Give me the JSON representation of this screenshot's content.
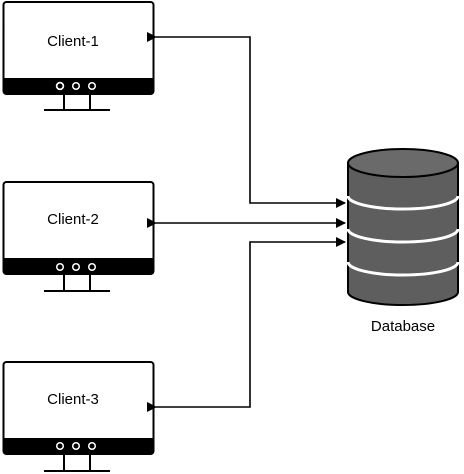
{
  "clients": [
    {
      "label": "Client-1"
    },
    {
      "label": "Client-2"
    },
    {
      "label": "Client-3"
    }
  ],
  "database": {
    "label": "Database"
  },
  "colors": {
    "stroke": "#000000",
    "screen": "#ffffff",
    "cylinder": "#5e5e5e",
    "cylinder_top": "#6a6a6a"
  },
  "icons": [
    "monitor-icon",
    "database-cylinder-icon",
    "arrow-icon"
  ]
}
